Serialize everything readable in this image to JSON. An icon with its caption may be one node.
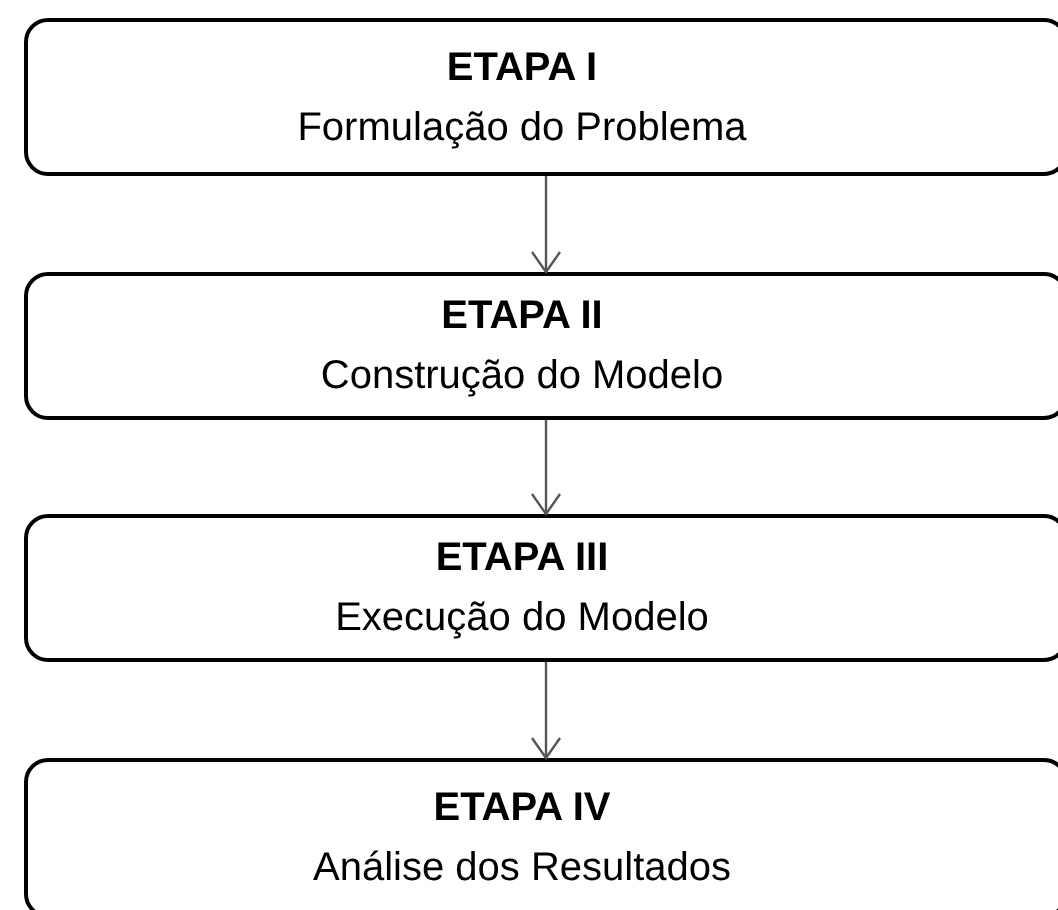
{
  "diagram": {
    "nodes": [
      {
        "text": [
          "ETAPA I",
          "Formulação do Problema"
        ]
      },
      {
        "text": [
          "ETAPA II",
          "Construção do Modelo"
        ]
      },
      {
        "text": [
          "ETAPA III",
          "Execução do Modelo"
        ]
      },
      {
        "text": [
          "ETAPA IV",
          "Análise dos Resultados"
        ]
      }
    ],
    "edges": [
      {
        "from": 0,
        "to": 1,
        "arrow": "to"
      },
      {
        "from": 1,
        "to": 2,
        "arrow": "to"
      },
      {
        "from": 2,
        "to": 3,
        "arrow": "to"
      }
    ]
  }
}
